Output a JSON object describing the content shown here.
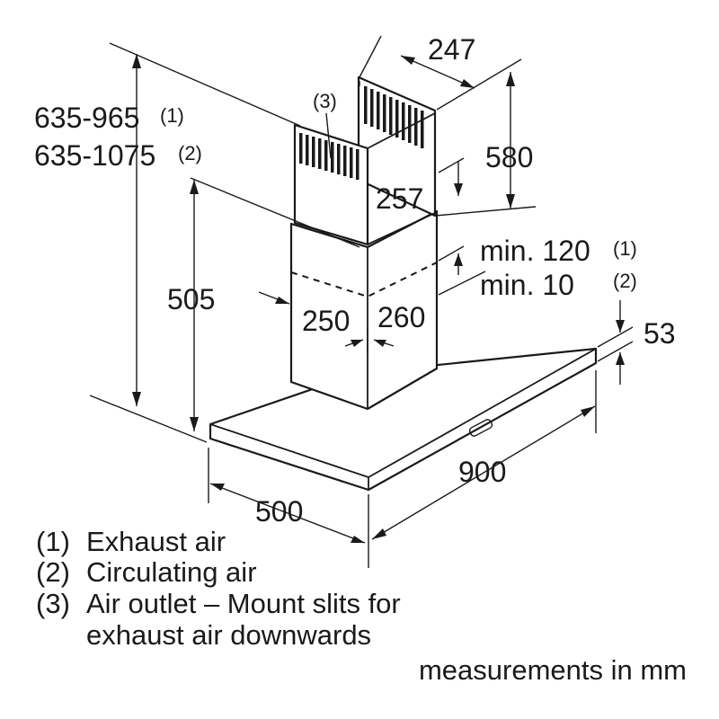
{
  "dimensions": {
    "chimney_depth_top": "247",
    "total_height_exhaust": "635-965",
    "total_height_exhaust_ref": "(1)",
    "total_height_circulating": "635-1075",
    "total_height_circulating_ref": "(2)",
    "outlet_ref": "(3)",
    "upper_chimney_height": "580",
    "upper_chimney_width": "257",
    "lower_chimney_height": "505",
    "min_gap_exhaust": "min. 120",
    "min_gap_exhaust_ref": "(1)",
    "min_gap_circulating": "min. 10",
    "min_gap_circulating_ref": "(2)",
    "lower_chimney_width": "250",
    "lower_chimney_depth": "260",
    "canopy_height": "53",
    "canopy_width": "900",
    "canopy_depth": "500"
  },
  "legend": [
    {
      "num": "(1)",
      "text": "Exhaust air"
    },
    {
      "num": "(2)",
      "text": "Circulating air"
    },
    {
      "num": "(3)",
      "text": "Air outlet – Mount slits for"
    }
  ],
  "legend_continuation": "exhaust air downwards",
  "units_note": "measurements in mm",
  "colors": {
    "ink": "#1a1a1a",
    "background": "#ffffff"
  }
}
